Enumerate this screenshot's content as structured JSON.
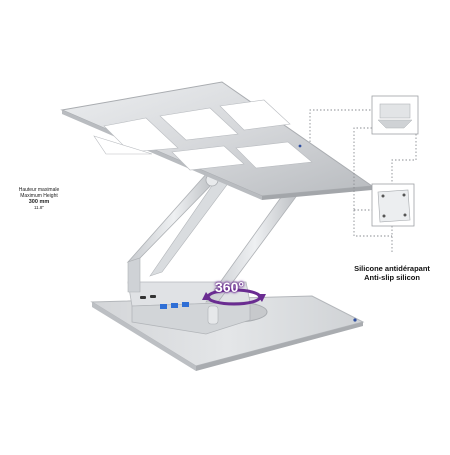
{
  "height_callout": {
    "fr_label": "Hauteur maximale",
    "en_label": "Maximum Height",
    "metric": "300 mm",
    "imperial": "11.8\""
  },
  "rotation_badge": {
    "text": "360°",
    "color": "#6a2c91"
  },
  "silicone_callout": {
    "fr_label": "Silicone antidérapant",
    "en_label": "Anti-slip silicon"
  },
  "colors": {
    "aluminum": "#d9dbde",
    "aluminum_dark": "#b9bcc0",
    "port_blue": "#2f6fd6",
    "dotted_line": "#8a8d92"
  },
  "icons": [
    "laptop-stand-thumbnail",
    "silicone-pad-thumbnail",
    "rotation-arrow-icon",
    "usb-hub-ports"
  ]
}
